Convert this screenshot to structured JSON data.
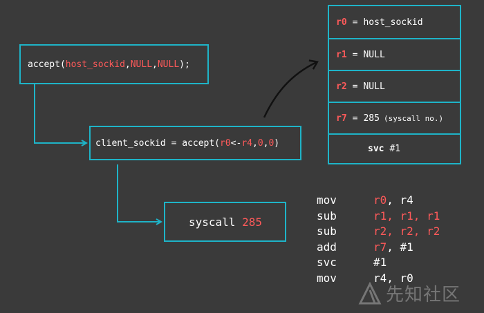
{
  "boxes": {
    "accept": {
      "fn": "accept(",
      "arg1": "host_sockid",
      "sep1": ", ",
      "arg2": "NULL",
      "sep2": ", ",
      "arg3": "NULL",
      "end": ");"
    },
    "client": {
      "prefix": "client_sockid = accept(",
      "r0": "r0",
      "arrow": "<-",
      "r4": "r4",
      "sep1": ", ",
      "zero1": "0",
      "sep2": ", ",
      "zero2": "0",
      "end": ")"
    },
    "syscall": {
      "label": "syscall ",
      "number": "285"
    }
  },
  "registers": [
    {
      "reg": "r0",
      "eq": "=",
      "value": "host_sockid",
      "note": ""
    },
    {
      "reg": "r1",
      "eq": "=",
      "value": "NULL",
      "note": ""
    },
    {
      "reg": "r2",
      "eq": "=",
      "value": "NULL",
      "note": ""
    },
    {
      "reg": "r7",
      "eq": "=",
      "value": "285",
      "note": "(syscall no.)"
    }
  ],
  "svc": {
    "op": "svc",
    "arg": "#1"
  },
  "asm": [
    {
      "op": "mov",
      "args": [
        {
          "t": "r0",
          "c": "red"
        },
        {
          "t": ", ",
          "c": "white"
        },
        {
          "t": "r4",
          "c": "white"
        }
      ]
    },
    {
      "op": "sub",
      "args": [
        {
          "t": "r1, r1, r1",
          "c": "red"
        }
      ]
    },
    {
      "op": "sub",
      "args": [
        {
          "t": "r2, r2, r2",
          "c": "red"
        }
      ]
    },
    {
      "op": "add",
      "args": [
        {
          "t": "r7",
          "c": "red"
        },
        {
          "t": ", #1",
          "c": "white"
        }
      ]
    },
    {
      "op": "svc",
      "args": [
        {
          "t": "#1",
          "c": "white"
        }
      ]
    },
    {
      "op": "mov",
      "args": [
        {
          "t": "r4, r0",
          "c": "white"
        }
      ]
    }
  ],
  "watermark": {
    "text": "先知社区",
    "icon": "xianzhi-logo-icon"
  },
  "colors": {
    "background": "#3a3a3a",
    "border": "#1eb4c8",
    "highlight": "#ff5a5a",
    "text": "#ffffff"
  }
}
